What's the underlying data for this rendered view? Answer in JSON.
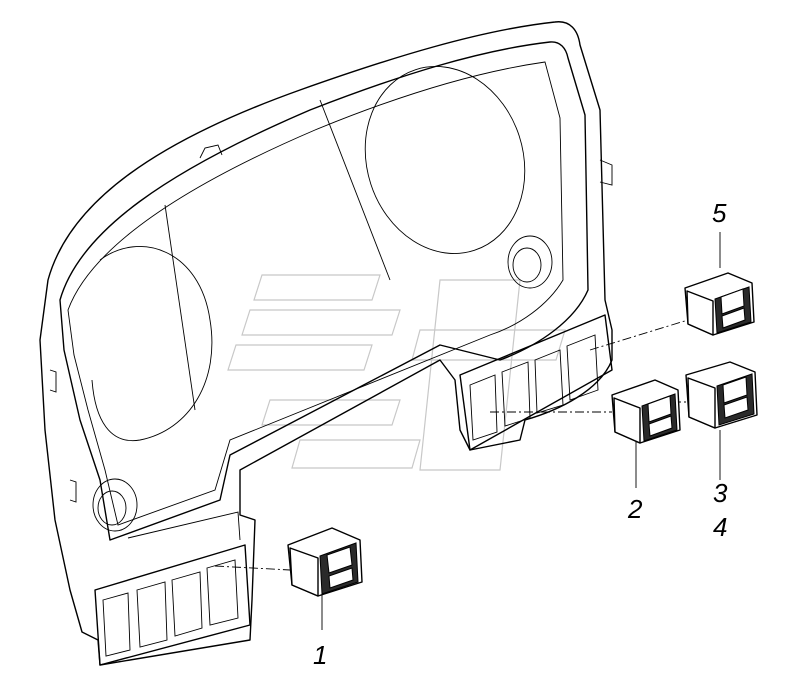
{
  "callouts": {
    "c1": "1",
    "c2": "2",
    "c3": "3",
    "c4": "4",
    "c5": "5"
  },
  "colors": {
    "line": "#000000",
    "watermark": "#c8c8c8",
    "background": "#ffffff"
  }
}
